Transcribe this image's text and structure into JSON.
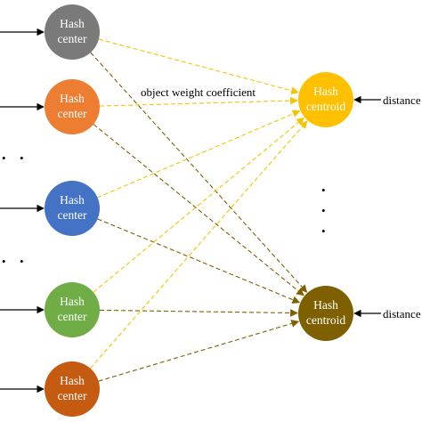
{
  "hash_centers": [
    {
      "line1": "Hash",
      "line2": "center",
      "color": "#7a7a7a"
    },
    {
      "line1": "Hash",
      "line2": "center",
      "color": "#ed7d31"
    },
    {
      "line1": "Hash",
      "line2": "center",
      "color": "#4472c4"
    },
    {
      "line1": "Hash",
      "line2": "center",
      "color": "#70ad47"
    },
    {
      "line1": "Hash",
      "line2": "center",
      "color": "#c55a11"
    }
  ],
  "hash_centroids": [
    {
      "line1": "Hash",
      "line2": "centroid",
      "color": "#ffc000",
      "input_label": "distance"
    },
    {
      "line1": "Hash",
      "line2": "centroid",
      "color": "#7f6000",
      "input_label": "distance"
    }
  ],
  "edge_label": "object weight coefficient",
  "ellipsis_glyph": "•",
  "colors": {
    "edge_to_top": "#f5c400",
    "edge_to_bottom": "#7f6000",
    "arrow": "#000000"
  }
}
